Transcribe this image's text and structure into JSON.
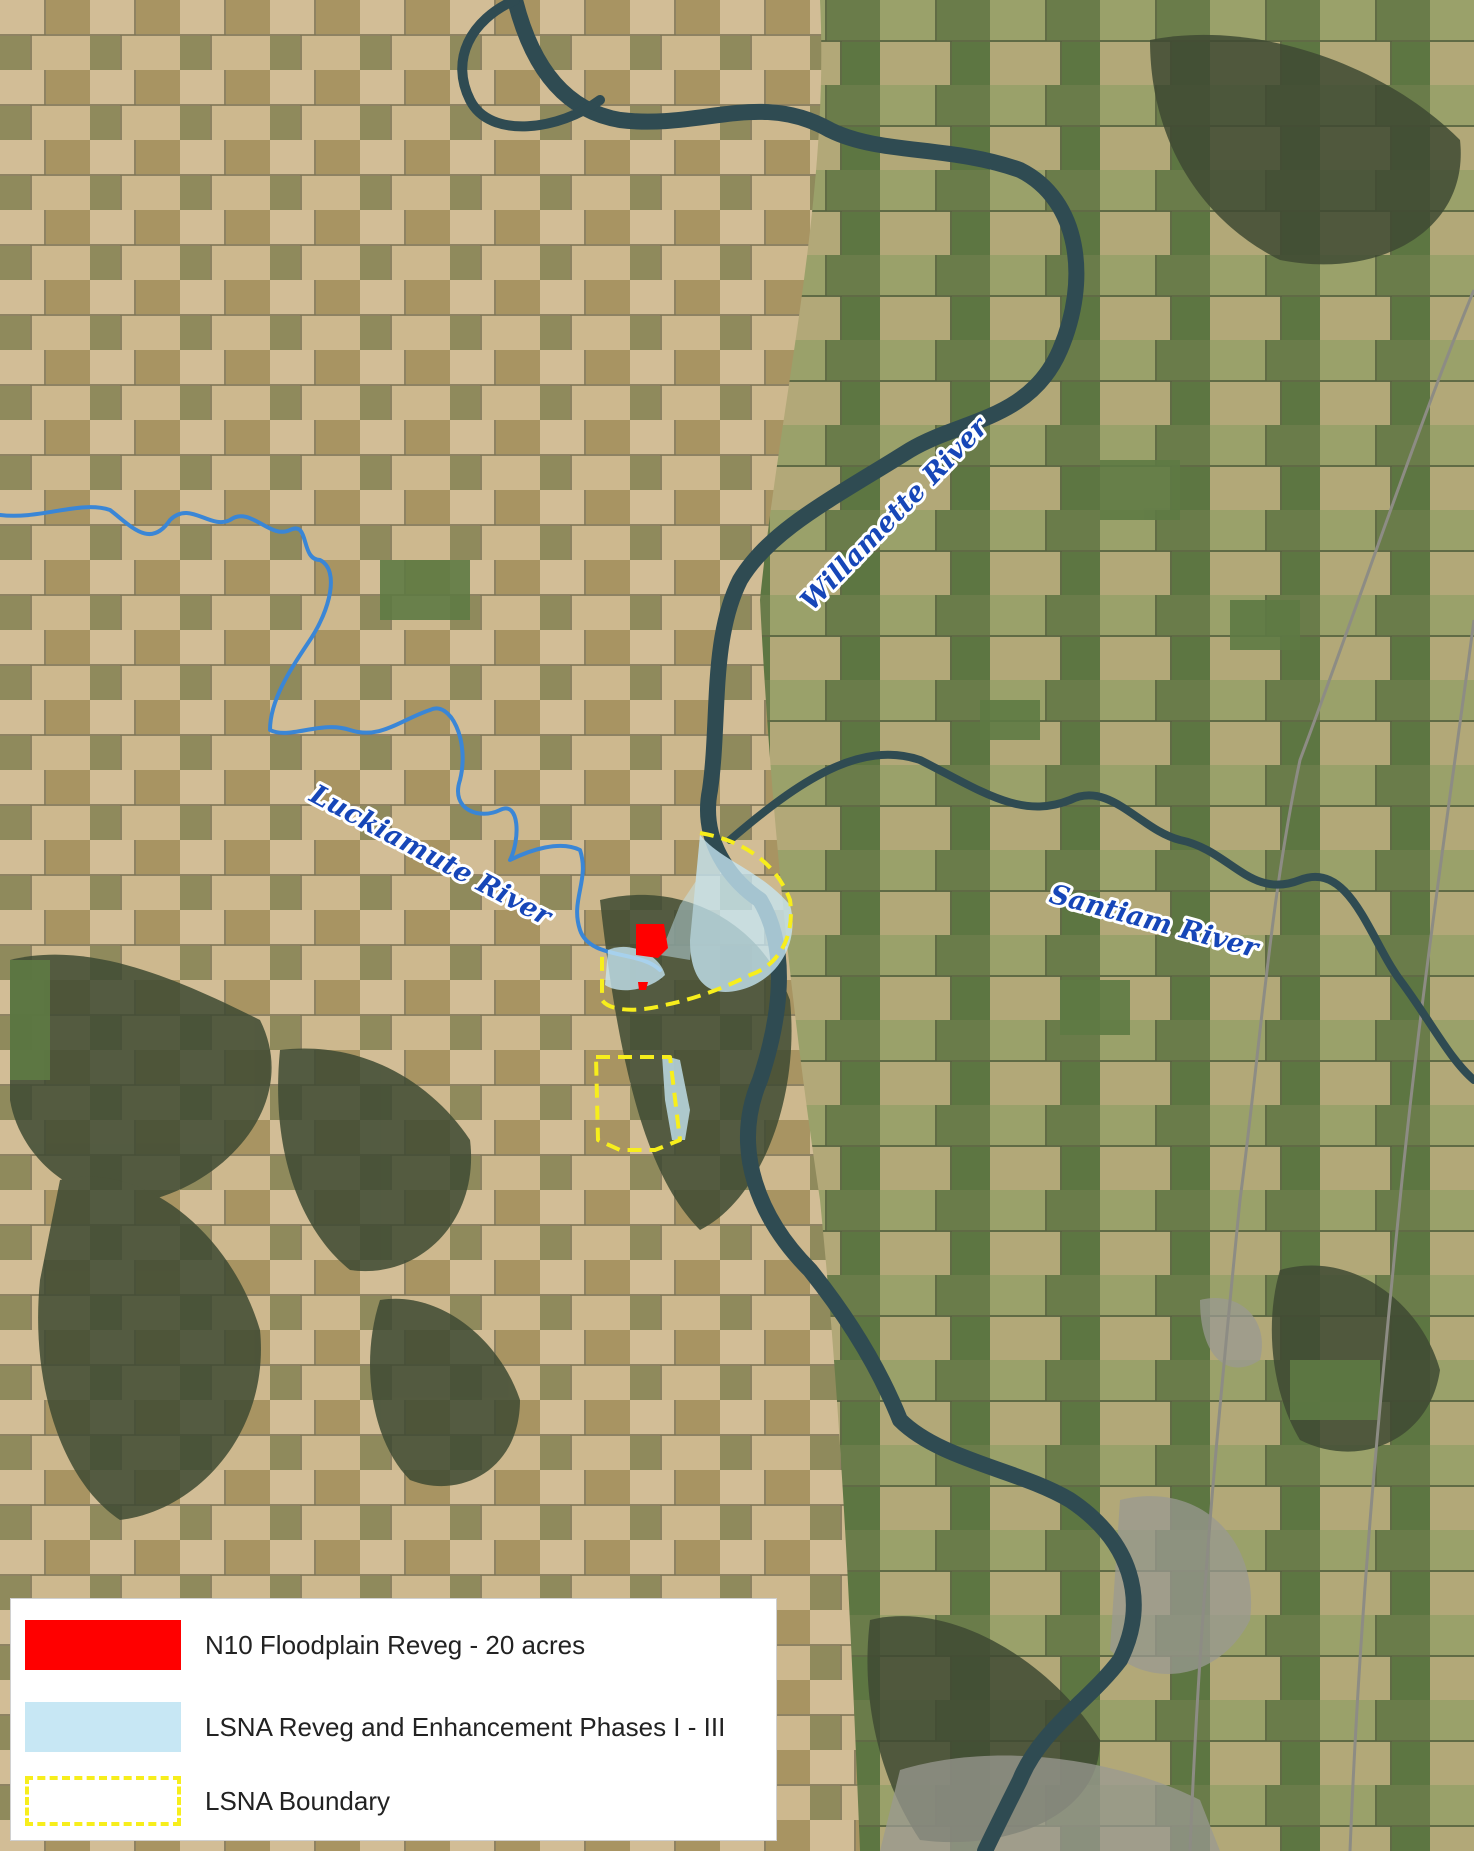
{
  "colors": {
    "farmland_light": "#c9b48e",
    "farmland_mid": "#a99868",
    "vegetation_dark": "#3e4a33",
    "vegetation_green": "#5e7a44",
    "river_water": "#2f4b52",
    "tributary_blue": "#3a86d6",
    "revegetation_red": "#ff0000",
    "revegetation_blue": "#c7e7f4",
    "boundary_yellow": "#f7ee1c"
  },
  "rivers": [
    {
      "name": "Willamette River",
      "icon": "river-label"
    },
    {
      "name": "Luckiamute River",
      "icon": "river-label"
    },
    {
      "name": "Santiam River",
      "icon": "river-label"
    }
  ],
  "legend": {
    "items": [
      {
        "label": "N10 Floodplain Reveg - 20 acres",
        "color": "#ff0000",
        "style": "solid-fill"
      },
      {
        "label": "LSNA Reveg and Enhancement Phases I - III",
        "color": "#c7e7f4",
        "style": "solid-fill"
      },
      {
        "label": "LSNA Boundary",
        "color": "#f7ee1c",
        "style": "dashed-outline"
      }
    ]
  }
}
